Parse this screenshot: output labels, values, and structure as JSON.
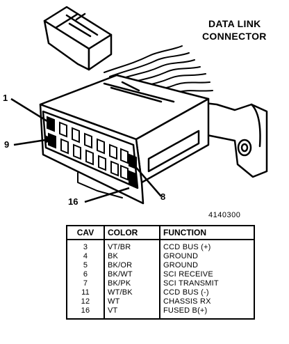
{
  "heading": {
    "line1": "DATA LINK",
    "line2": "CONNECTOR"
  },
  "callouts": {
    "pin_1": "1",
    "pin_9": "9",
    "pin_16": "16",
    "pin_8": "8"
  },
  "figure_code": "4140300",
  "table": {
    "headers": {
      "cav": "CAV",
      "color": "COLOR",
      "function": "FUNCTION"
    },
    "rows": [
      {
        "cav": "3",
        "color": "VT/BR",
        "function": "CCD BUS (+)"
      },
      {
        "cav": "4",
        "color": "BK",
        "function": "GROUND"
      },
      {
        "cav": "5",
        "color": "BK/OR",
        "function": "GROUND"
      },
      {
        "cav": "6",
        "color": "BK/WT",
        "function": "SCI RECEIVE"
      },
      {
        "cav": "7",
        "color": "BK/PK",
        "function": "SCI TRANSMIT"
      },
      {
        "cav": "11",
        "color": "WT/BK",
        "function": "CCD BUS (-)"
      },
      {
        "cav": "12",
        "color": "WT",
        "function": "CHASSIS RX"
      },
      {
        "cav": "16",
        "color": "VT",
        "function": "FUSED B(+)"
      }
    ]
  }
}
